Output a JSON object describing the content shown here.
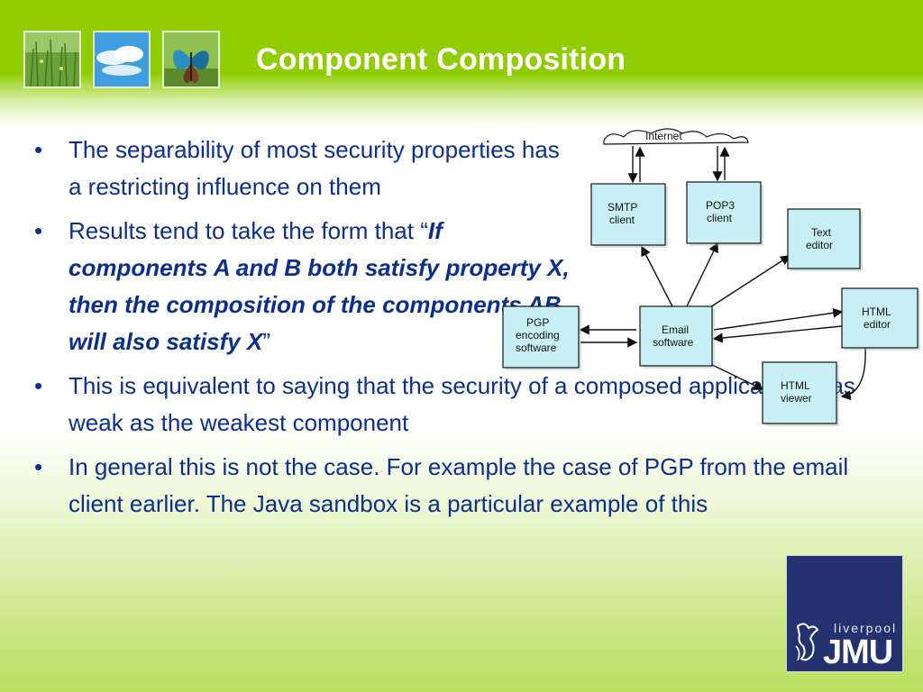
{
  "slide": {
    "title": "Component Composition"
  },
  "bullets": [
    {
      "text": "The separability of most security properties has a restricting influence on them"
    },
    {
      "prefix": "Results tend to take the form that “",
      "emphasis": "If components A and B both satisfy property X, then the composition of the components AB will also satisfy X",
      "suffix": "”"
    },
    {
      "text": "This is equivalent to saying that the security of a composed application is as weak as the weakest component"
    },
    {
      "text": "In general this is not the case. For example the case of PGP from the email client earlier. The Java sandbox is a particular example of this"
    }
  ],
  "diagram": {
    "internet": "Internet",
    "smtp": [
      "SMTP",
      "client"
    ],
    "pop3": [
      "POP3",
      "client"
    ],
    "text_editor": [
      "Text",
      "editor"
    ],
    "pgp": [
      "PGP",
      "encoding",
      "software"
    ],
    "email": [
      "Email",
      "software"
    ],
    "html_editor": [
      "HTML",
      "editor"
    ],
    "html_viewer": [
      "HTML",
      "viewer"
    ],
    "box_fill": "#c8f0f4"
  },
  "logo": {
    "line1": "liverpool",
    "line2": "JMU"
  },
  "colors": {
    "header_green": "#8fcd00",
    "text_blue": "#0b2f8a",
    "logo_navy": "#24326f"
  },
  "icons": [
    "grass-thumbnail",
    "sky-thumbnail",
    "butterfly-thumbnail",
    "liver-bird-icon"
  ]
}
